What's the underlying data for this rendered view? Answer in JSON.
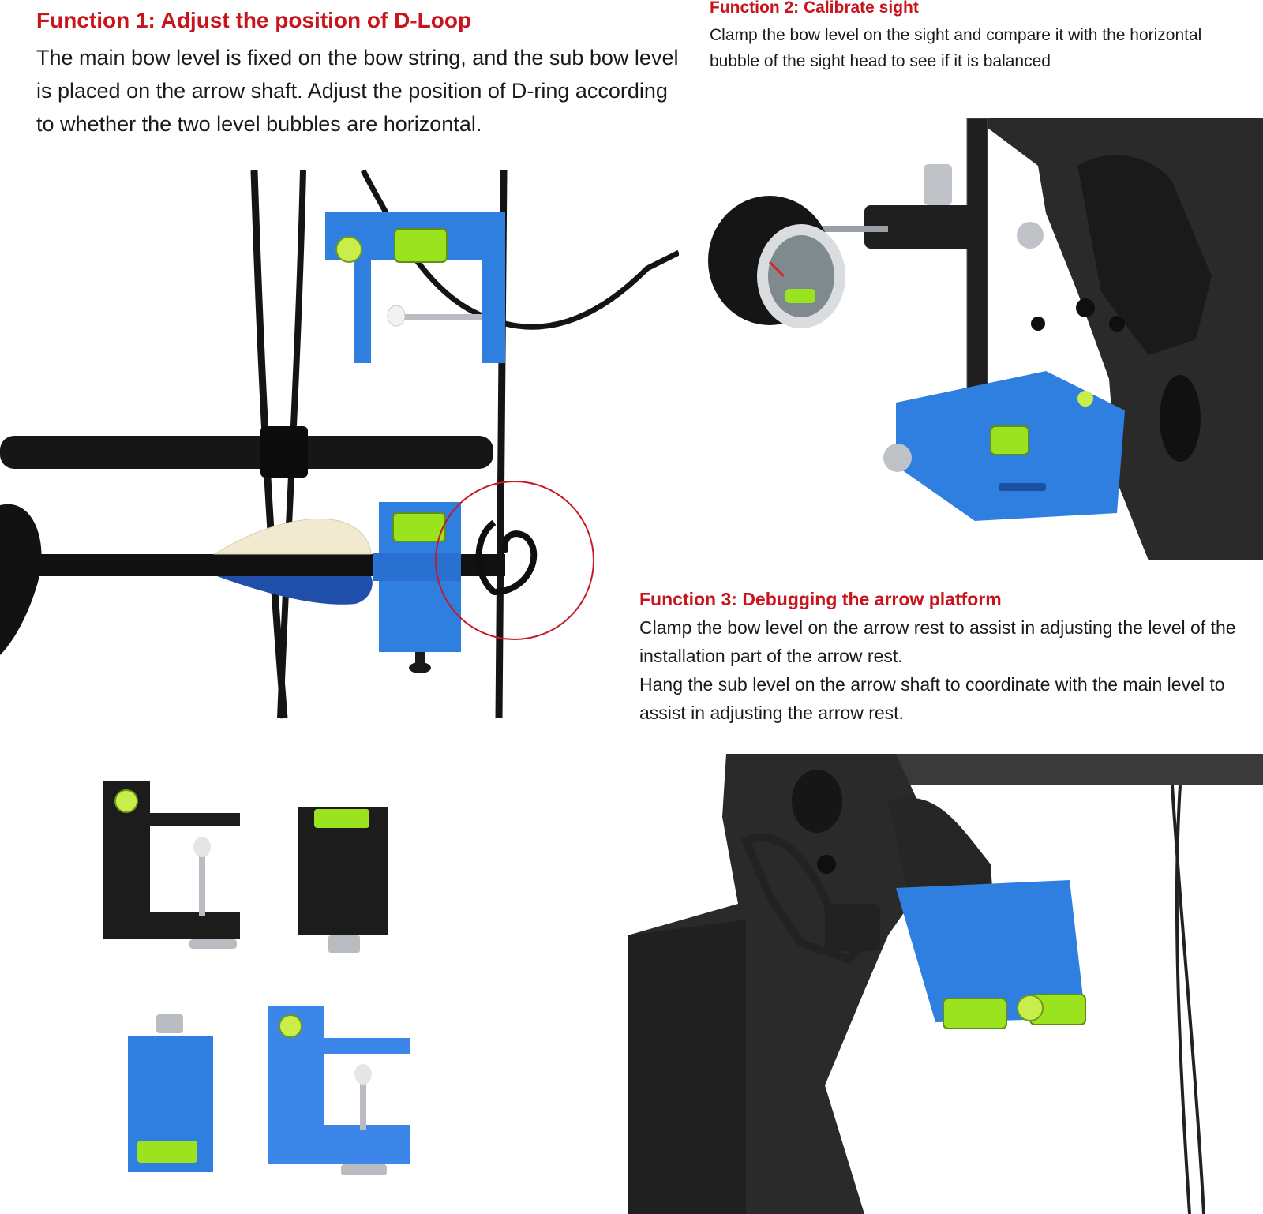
{
  "function1": {
    "title": "Function 1: Adjust the position of D-Loop",
    "description": "The main bow level is fixed on the bow string, and the sub bow level is placed on the arrow shaft. Adjust the position of D-ring according to whether the two level bubbles are horizontal."
  },
  "function2": {
    "title": "Function 2: Calibrate sight",
    "description": "Clamp the bow level on the sight and compare it with the horizontal bubble of the sight head to see if it is balanced"
  },
  "function3": {
    "title": "Function 3: Debugging the arrow platform",
    "description_1": "Clamp the bow level on the arrow rest to assist in adjusting the level of the installation part of the arrow rest.",
    "description_2": "Hang the sub level on the arrow shaft to coordinate with the main level to assist in adjusting the arrow rest."
  },
  "colors": {
    "title_red": "#c8141c",
    "level_blue": "#2f7fe0",
    "bubble_green": "#9be21f",
    "bow_black": "#1c1c1c"
  },
  "photos": {
    "photo1": "bow-string-d-loop-photo",
    "photo2": "sight-calibration-photo",
    "photo3": "arrow-rest-photo",
    "photo4": "level-products-photo"
  }
}
